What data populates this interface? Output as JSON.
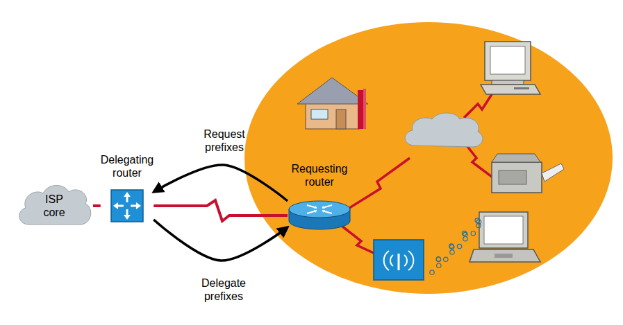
{
  "diagram": {
    "nodes": [
      {
        "text": [
          "ISP core"
        ]
      },
      {
        "text": [
          "Delegating router"
        ]
      },
      {
        "text": [
          "Requesting router"
        ]
      }
    ],
    "edges": [
      {
        "from": 0,
        "to": 1,
        "arrow": "none"
      },
      {
        "from": 1,
        "to": 2,
        "arrow": "none"
      },
      {
        "from": 2,
        "to": 1,
        "arrow": "to",
        "label": "Request prefixes"
      },
      {
        "from": 1,
        "to": 2,
        "arrow": "to",
        "label": "Delegate prefixes"
      }
    ]
  }
}
